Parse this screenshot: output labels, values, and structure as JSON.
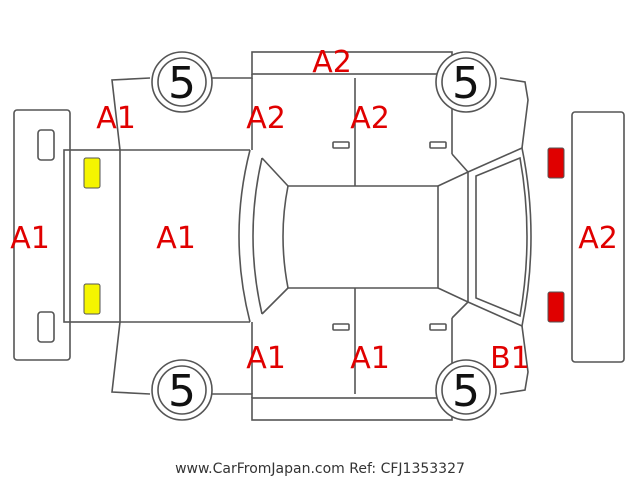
{
  "colors": {
    "code": "#e00000",
    "outline": "#555555",
    "front_lamp": "#f5f500",
    "rear_lamp": "#e00000"
  },
  "tires": {
    "front_left": "5",
    "rear_left": "5",
    "front_right": "5",
    "rear_right": "5"
  },
  "codes": {
    "roof_strip": "A2",
    "front_left_fender": "A1",
    "front_left_door": "A2",
    "rear_left_door": "A2",
    "front_bumper": "A1",
    "hood": "A1",
    "rear_bumper": "A2",
    "front_right_door": "A1",
    "rear_right_door": "A1",
    "rear_right_quarter": "B1"
  },
  "footer": "www.CarFromJapan.com Ref: CFJ1353327"
}
